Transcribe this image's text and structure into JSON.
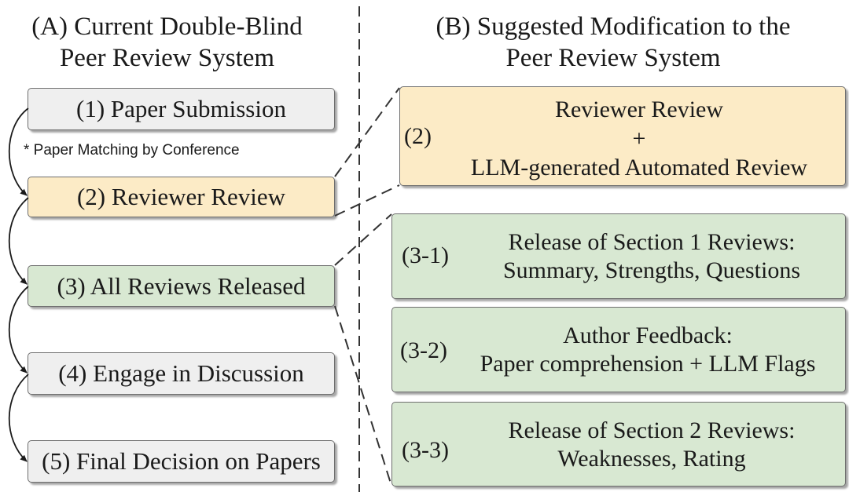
{
  "left_title": {
    "line1": "(A) Current Double-Blind",
    "line2": "Peer Review System"
  },
  "right_title": {
    "line1": "(B) Suggested Modification to the",
    "line2": "Peer Review System"
  },
  "left_steps": [
    "(1) Paper Submission",
    "(2) Reviewer Review",
    "(3) All Reviews Released",
    "(4) Engage in Discussion",
    "(5) Final Decision on Papers"
  ],
  "note": "* Paper Matching by Conference",
  "right_boxes": [
    {
      "label": "(2)",
      "lines": [
        "Reviewer Review",
        "+",
        "LLM-generated Automated Review"
      ]
    },
    {
      "label": "(3-1)",
      "lines": [
        "Release of Section 1 Reviews:",
        "Summary, Strengths, Questions"
      ]
    },
    {
      "label": "(3-2)",
      "lines": [
        "Author Feedback:",
        "Paper comprehension + LLM Flags"
      ]
    },
    {
      "label": "(3-3)",
      "lines": [
        "Release of Section 2 Reviews:",
        "Weaknesses, Rating"
      ]
    }
  ],
  "colors": {
    "gray": "#efefef",
    "yellow": "#fcebc6",
    "green": "#d8e8d2",
    "border": "#6e6e6e"
  }
}
